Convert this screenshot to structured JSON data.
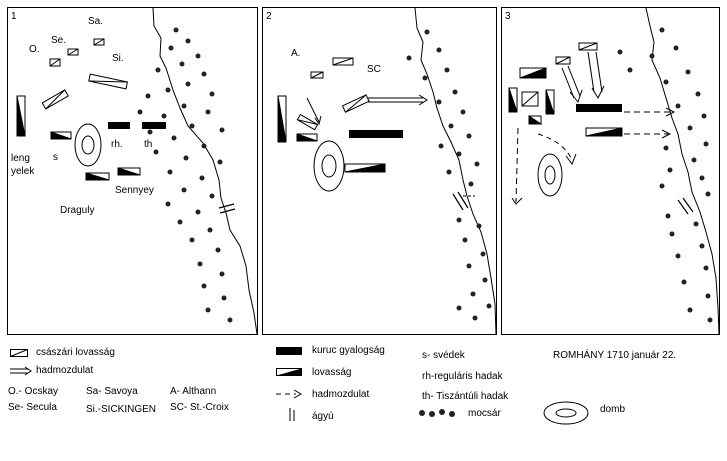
{
  "panels": [
    {
      "number": "1"
    },
    {
      "number": "2"
    },
    {
      "number": "3"
    }
  ],
  "panel1_labels": {
    "ocskay": "O.",
    "secula": "Se.",
    "savoya": "Sa.",
    "sickingen": "Si.",
    "leng": "leng",
    "yelek": "yelek",
    "s": "s",
    "rh": "rh.",
    "th": "th",
    "sennyey": "Sennyey",
    "draguly": "Draguly"
  },
  "panel2_labels": {
    "althann": "A.",
    "stcroix": "SC"
  },
  "legend": {
    "imperial_cavalry": "császári lovasság",
    "maneuver_1": "hadmozdulat",
    "ocskay": "O.- Ocskay",
    "savoya": "Sa- Savoya",
    "althann": "A- Althann",
    "secula": "Se- Secula",
    "sickingen": "Si.-SICKINGEN",
    "stcroix": "SC- St.-Croix",
    "kuruc_infantry": "kuruc gyalogság",
    "cavalry": "lovasság",
    "maneuver_2": "hadmozdulat",
    "cannon": "ágyú",
    "svedek": "s- svédek",
    "regular": "rh-reguláris hadak",
    "tiszantuli": "th- Tiszántúli hadak",
    "swamp": "mocsár",
    "title": "ROMHÁNY 1710 január 22.",
    "hill": "domb"
  }
}
